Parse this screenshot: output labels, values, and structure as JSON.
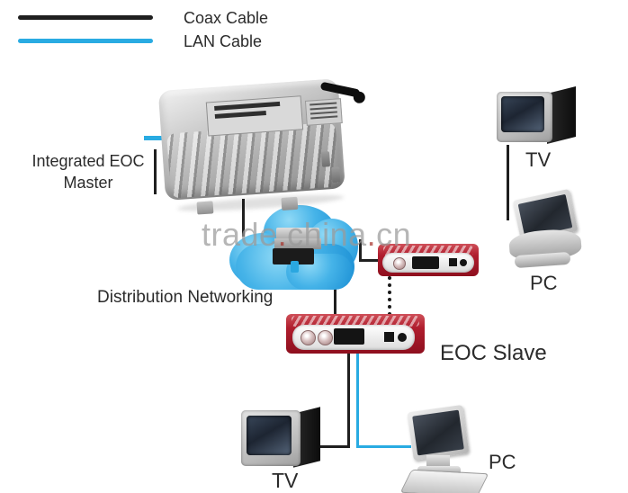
{
  "legend": {
    "coax": {
      "label": "Coax Cable",
      "color": "#262626"
    },
    "lan": {
      "label": "LAN Cable",
      "color": "#29abe2"
    }
  },
  "watermark": {
    "t1": "trade",
    "d1": ".",
    "t2": "china",
    "d2": ".",
    "t3": "cn"
  },
  "master": {
    "line1": "Integrated EOC",
    "line2": "Master"
  },
  "cloud": {
    "label": "Distribution Networking"
  },
  "slave": {
    "label": "EOC Slave"
  },
  "endpoints": {
    "tv_top": "TV",
    "pc_top": "PC",
    "tv_bottom": "TV",
    "pc_bottom": "PC"
  },
  "colors": {
    "coax_cable": "#262626",
    "lan_cable": "#29abe2",
    "cloud_blue": "#2b9fe0",
    "slave_red": "#b01e2e",
    "watermark_gray": "#9a9a9a",
    "watermark_dot_red": "#a8342e"
  }
}
